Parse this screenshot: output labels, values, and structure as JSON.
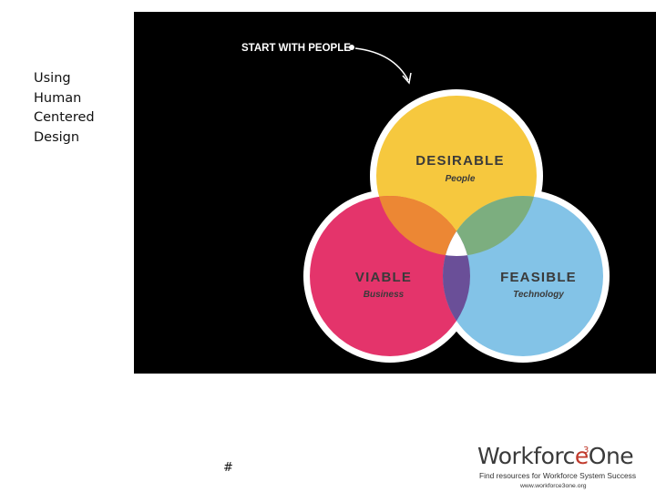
{
  "sidebar": {
    "lines": [
      "Using",
      "Human",
      "Centered",
      "Design"
    ]
  },
  "diagram": {
    "start_label": "START WITH PEOPLE",
    "circles": [
      {
        "title": "DESIRABLE",
        "subtitle": "People",
        "color": "#f6c83e"
      },
      {
        "title": "VIABLE",
        "subtitle": "Business",
        "color": "#e4346b"
      },
      {
        "title": "FEASIBLE",
        "subtitle": "Technology",
        "color": "#83c3e7"
      }
    ],
    "overlap_colors": {
      "desirable_viable": "#ec8734",
      "desirable_feasible": "#7cae7f",
      "viable_feasible": "#6a4f98",
      "center": "#ffffff"
    },
    "background": "#000000"
  },
  "footer": {
    "slide_number": "#"
  },
  "logo": {
    "brand_prefix": "Workforc",
    "brand_e": "e",
    "brand_sup": "3",
    "brand_suffix": "One",
    "tagline": "Find resources for Workforce System Success",
    "url": "www.workforce3one.org"
  }
}
